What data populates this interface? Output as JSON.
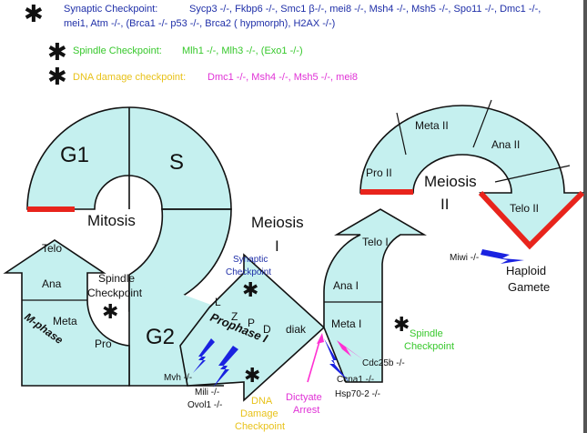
{
  "colors": {
    "fill": "#c5f0ef",
    "stroke": "#111111",
    "red": "#e8241c",
    "blue_text": "#1f2fa8",
    "green_text": "#37c82c",
    "yellow_text": "#e8c21a",
    "magenta_text": "#e032d6",
    "blue_bolt": "#1a22e0",
    "magenta_bolt": "#ff2fd2",
    "frame": "#555555"
  },
  "legend": {
    "marker": "✱",
    "synaptic": {
      "label": "Synaptic Checkpoint:",
      "line1": "Sycp3 -/-, Fkbp6 -/-, Smc1 β-/-, mei8 -/-, Msh4 -/-, Msh5 -/-, Spo11 -/-, Dmc1 -/-,",
      "line2": "mei1, Atm -/-, (Brca1 -/- p53 -/-, Brca2 ( hypmorph), H2AX -/-)"
    },
    "spindle": {
      "label": "Spindle Checkpoint:",
      "genes": "Mlh1 -/-, Mlh3 -/-, (Exo1 -/-)"
    },
    "dna": {
      "label": "DNA damage checkpoint:",
      "genes": "Dmc1 -/-, Msh4 -/-, Msh5 -/-, mei8"
    }
  },
  "phases": {
    "g1": "G1",
    "s": "S",
    "g2": "G2",
    "mitosis": "Mitosis",
    "m_phase": "M-phase",
    "telo": "Telo",
    "ana": "Ana",
    "meta": "Meta",
    "pro": "Pro",
    "spindle_checkpoint_line1": "Spindle",
    "spindle_checkpoint_line2": "Checkpoint",
    "meiosis_i_line1": "Meiosis",
    "meiosis_i_line2": "I",
    "synaptic_checkpoint_line1": "Synaptic",
    "synaptic_checkpoint_line2": "Checkpoint",
    "prophase_i": "Prophase I",
    "stage_l": "L",
    "stage_z": "Z",
    "stage_p": "P",
    "stage_d": "D",
    "stage_diak": "diak",
    "meta_i": "Meta I",
    "ana_i": "Ana I",
    "telo_i": "Telo  I",
    "spindle_checkpoint2_line1": "Spindle",
    "spindle_checkpoint2_line2": "Checkpoint",
    "pro_ii": "Pro II",
    "meta_ii": "Meta II",
    "ana_ii": "Ana II",
    "telo_ii": "Telo  II",
    "meiosis_ii_line1": "Meiosis",
    "meiosis_ii_line2": "II",
    "haploid_line1": "Haploid",
    "haploid_line2": "Gamete"
  },
  "mutants": {
    "mvh": "Mvh -/-",
    "mili": "Mili -/-",
    "ovol1": "Ovol1 -/-",
    "dna_damage_line1": "DNA",
    "dna_damage_line2": "Damage",
    "dna_damage_line3": "Checkpoint",
    "dictyate_line1": "Dictyate",
    "dictyate_line2": "Arrest",
    "cdc25b": "Cdc25b -/-",
    "ccna1": "Ccna1 -/-",
    "hsp70": "Hsp70-2 -/-",
    "miwi": "Miwi -/-"
  }
}
